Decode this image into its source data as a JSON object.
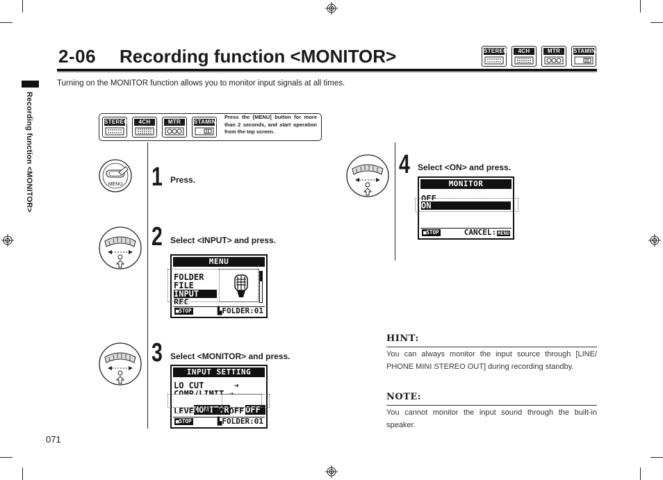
{
  "header": {
    "section_number": "2-06",
    "title": "Recording function <MONITOR>",
    "modes": [
      "STEREO",
      "4CH",
      "MTR",
      "STAMINA"
    ]
  },
  "side_tab": "Recording function <MONITOR>",
  "intro": "Turning on the MONITOR function allows you to monitor input signals at all times.",
  "infobox": {
    "modes": [
      "STEREO",
      "4CH",
      "MTR",
      "STAMINA"
    ],
    "text": "Press the [MENU] button for more than 2 seconds, and start operation from the top screen."
  },
  "steps": [
    {
      "number": "1",
      "label": "Press.",
      "button_label": "MENU"
    },
    {
      "number": "2",
      "label": "Select <INPUT> and press.",
      "lcd": {
        "header": "MENU",
        "rows": [
          "FOLDER",
          "FILE",
          "INPUT",
          "REC"
        ],
        "selected": 2,
        "footer_stop": "■STOP",
        "footer_right": "▙FOLDER:01"
      }
    },
    {
      "number": "3",
      "label": "Select <MONITOR> and press.",
      "lcd": {
        "header": "INPUT SETTING",
        "rows": [
          "LO CUT      ➔",
          "COMP/LIMIT ➔",
          "MONITOR    OFF",
          "LEVEL AUTO OFF"
        ],
        "selected": 2,
        "footer_stop": "■STOP",
        "footer_right": "▙FOLDER:01"
      }
    },
    {
      "number": "4",
      "label": "Select <ON> and press.",
      "lcd": {
        "header": "MONITOR",
        "rows": [
          "OFF",
          "ON"
        ],
        "selected": 1,
        "footer_stop": "■STOP",
        "footer_right": "CANCEL:",
        "footer_btn": "MENU"
      }
    }
  ],
  "hint": {
    "heading": "HINT:",
    "text": "You can always monitor the input source through [LINE/ PHONE MINI STEREO OUT] during recording standby."
  },
  "note": {
    "heading": "NOTE:",
    "text": "You cannot monitor the input sound through the built-in speaker."
  },
  "page_number": "071"
}
